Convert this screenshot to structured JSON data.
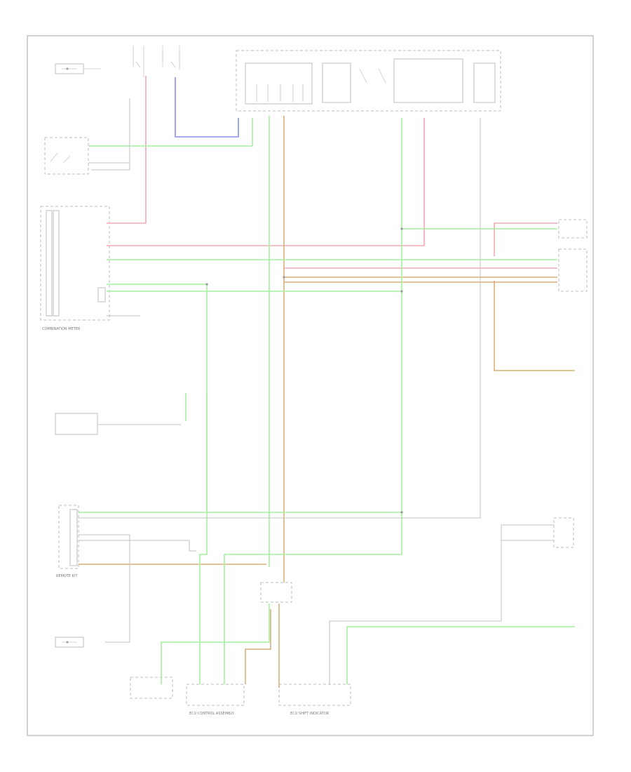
{
  "diagram": {
    "footer_code": "",
    "components": {
      "combination_meter": "COMBINATION METER",
      "remote_kit": "REMOTE KIT",
      "ecu_control_assembly": "ECU CONTROL ASSEMBLY",
      "ecu_shift_indicator": "ECU SHIFT INDICATOR"
    }
  },
  "colors": {
    "green_wire": "#a6f0a0",
    "red_wire": "#f4a8b4",
    "orange_wire": "#d9b07a",
    "blue_wire": "#8a8ef0",
    "frame": "#bdbdbd"
  }
}
